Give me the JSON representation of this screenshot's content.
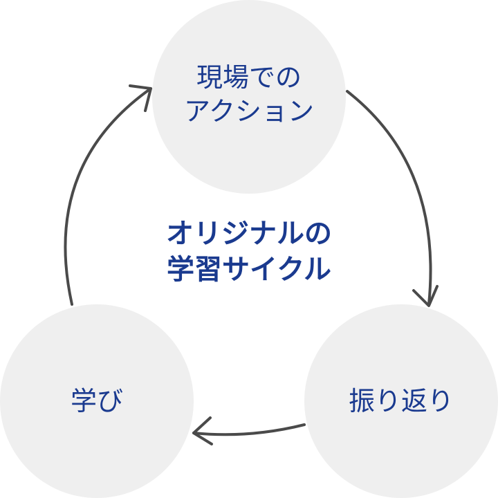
{
  "colors": {
    "text": "#1a3a8f",
    "circle": "#efefef",
    "arrow": "#4a4a4a"
  },
  "nodes": {
    "action": {
      "line1": "現場での",
      "line2": "アクション"
    },
    "reflection": {
      "label": "振り返り"
    },
    "learning": {
      "label": "学び"
    }
  },
  "center": {
    "line1": "オリジナルの",
    "line2": "学習サイクル"
  }
}
